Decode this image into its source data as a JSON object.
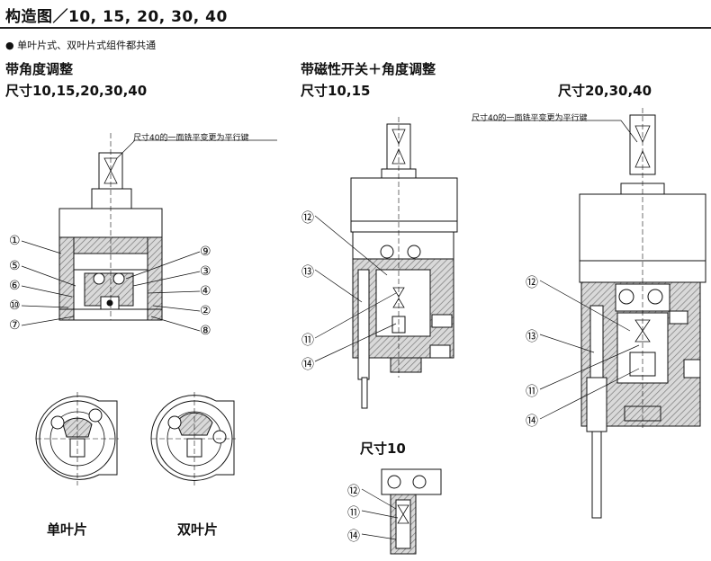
{
  "header": {
    "title": "构造图／10, 15, 20, 30, 40",
    "note": "● 单叶片式、双叶片式组件都共通"
  },
  "sections": {
    "angle": {
      "heading": "带角度调整",
      "sizes": "尺寸10,15,20,30,40",
      "callout": "尺寸40的一面铣平变更为平行键",
      "parts_left": [
        "①",
        "⑤",
        "⑥",
        "⑩",
        "⑦"
      ],
      "parts_right": [
        "⑨",
        "③",
        "④",
        "②",
        "⑧"
      ]
    },
    "switch": {
      "heading": "带磁性开关＋角度调整",
      "sizes_a": "尺寸10,15",
      "parts": [
        "⑫",
        "⑬",
        "⑪",
        "⑭"
      ]
    },
    "switch_large": {
      "sizes_b": "尺寸20,30,40",
      "callout": "尺寸40的一面铣平变更为平行键",
      "parts": [
        "⑫",
        "⑬",
        "⑪",
        "⑭"
      ]
    },
    "size10": {
      "label": "尺寸10",
      "parts": [
        "⑫",
        "⑪",
        "⑭"
      ]
    },
    "vanes": {
      "single": "单叶片",
      "double": "双叶片"
    }
  },
  "colors": {
    "ink": "#111111",
    "hatch": "#9a9a9a",
    "grey": "#c8c8c8"
  }
}
